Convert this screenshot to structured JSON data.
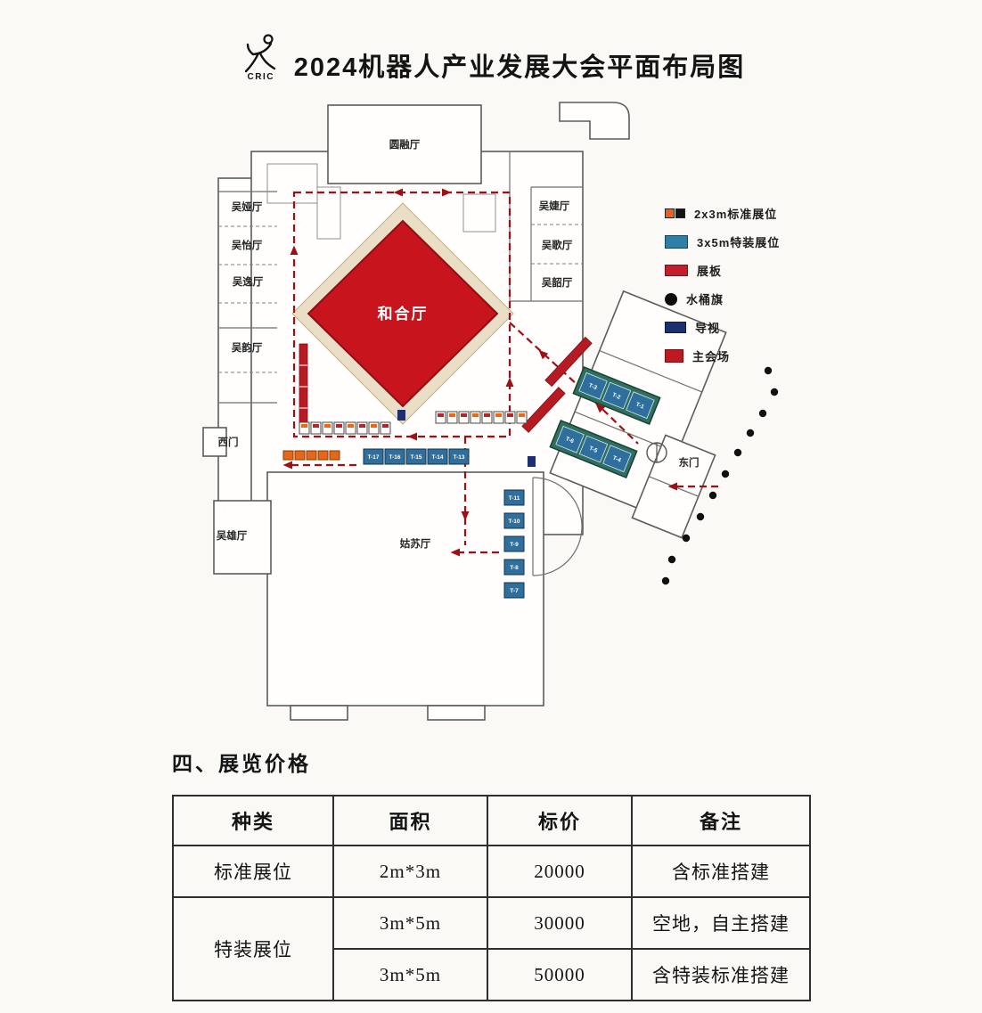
{
  "header": {
    "logo_text": "CRIC",
    "title": "2024机器人产业发展大会平面布局图"
  },
  "legend": {
    "items": [
      {
        "label": "2x3m标准展位",
        "colors": [
          "#e8621d",
          "#141414"
        ]
      },
      {
        "label": "3x5m特装展位",
        "color": "#2e7fa8"
      },
      {
        "label": "展板",
        "color": "#c21f2e"
      },
      {
        "label": "水桶旗",
        "color": "#0c0c0c"
      },
      {
        "label": "导视",
        "color": "#1d2f6e"
      },
      {
        "label": "主会场",
        "color": "#c01820"
      }
    ]
  },
  "floorplan": {
    "main_hall": "和合厅",
    "main_hall_color": "#c8151d",
    "rooms": {
      "yuanrong": "圆融厅",
      "wuya": "吴娅厅",
      "wuyi": "吴怡厅",
      "wuyi2": "吴逸厅",
      "wuyun": "吴韵厅",
      "wujie": "吴婕厅",
      "wuge": "吴歌厅",
      "wushao": "吴韶厅",
      "wuxiong": "吴雄厅",
      "gusu": "姑苏厅"
    },
    "gates": {
      "west": "西门",
      "east": "东门"
    },
    "booths_row": [
      "T-17",
      "T-16",
      "T-15",
      "T-14",
      "T-13"
    ],
    "booths_col": [
      "T-11",
      "T-10",
      "T-9",
      "T-8",
      "T-7"
    ],
    "booths_right_top": [
      "T-3",
      "T-2",
      "T-1"
    ],
    "booths_right_bottom": [
      "T-6",
      "T-5",
      "T-4"
    ]
  },
  "pricing": {
    "section_title": "四、展览价格",
    "columns": [
      "种类",
      "面积",
      "标价",
      "备注"
    ],
    "rows": [
      {
        "type": "标准展位",
        "area": "2m*3m",
        "price": "20000",
        "note": "含标准搭建"
      },
      {
        "type": "特装展位",
        "area": "3m*5m",
        "price": "30000",
        "note": "空地，自主搭建"
      },
      {
        "type": "特装展位",
        "area": "3m*5m",
        "price": "50000",
        "note": "含特装标准搭建"
      }
    ]
  }
}
